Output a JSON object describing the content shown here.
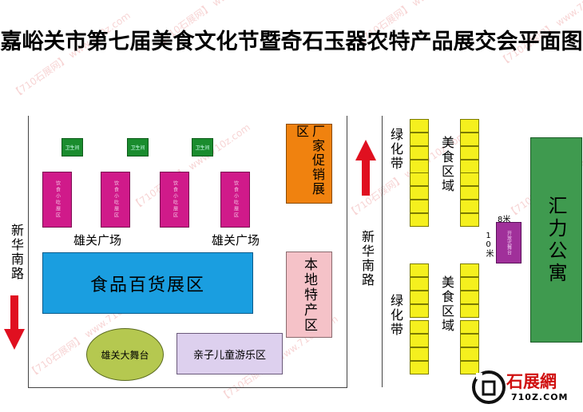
{
  "title": "嘉峪关市第七届美食文化节暨奇石玉器农特产品展交会平面图",
  "roads": {
    "left": "新华南路",
    "middle": "新华南路"
  },
  "plaza": {
    "left_label": "雄关广场",
    "right_label": "雄关广场",
    "green_booths": [
      "卫生间",
      "卫生间",
      "卫生间"
    ],
    "pink_booths": [
      "饮食小吃展区",
      "饮食小吃展区",
      "饮食小吃展区",
      "饮食小吃展区"
    ],
    "food_hall": "食品百货展区",
    "factory_promo": "厂家促销展区",
    "local_products": "本地特产区",
    "stage": "雄关大舞台",
    "kids_area": "亲子儿童游乐区"
  },
  "east": {
    "green_belt_top": "绿化带",
    "green_belt_bottom": "绿化带",
    "food_zone_top": "美食区域",
    "food_zone_bottom": "美食区域",
    "stage_box": "开放式舞台",
    "dim_width": "8米",
    "dim_height": "10米",
    "apartment": "汇力公寓"
  },
  "logo": {
    "name": "石展網",
    "url": "710Z.COM"
  },
  "watermark": "【710石展网】 www.710z.com",
  "colors": {
    "food_hall": "#1a9ee0",
    "factory_promo": "#f0820f",
    "local_products": "#f5c2c8",
    "stage": "#b5c850",
    "kids_area": "#ddd0ee",
    "apartment": "#3f9a4f",
    "booth_yellow": "#f5f01e",
    "arrow": "#e01020"
  }
}
